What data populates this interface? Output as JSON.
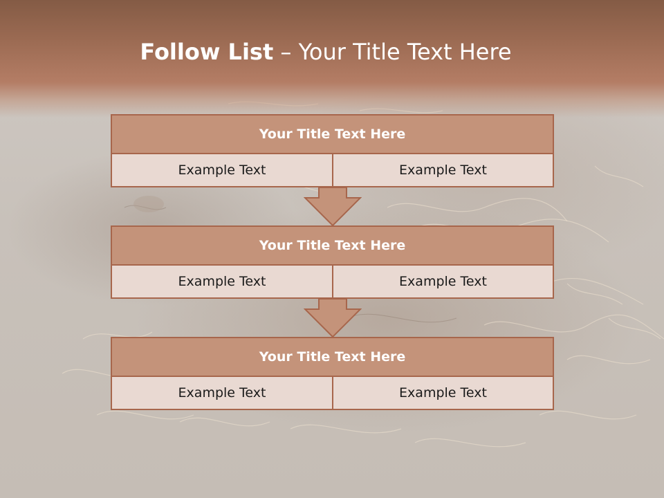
{
  "slide": {
    "title_bold": "Follow List",
    "title_rest": " – Your Title Text Here",
    "colors": {
      "header_band": "#9c6b53",
      "box_title_fill": "#c4937a",
      "box_cell_fill": "#e9d9d2",
      "box_border": "#a7664c",
      "arrow_fill": "#c4937a"
    }
  },
  "blocks": [
    {
      "title": "Your Title Text Here",
      "left": "Example Text",
      "right": "Example Text"
    },
    {
      "title": "Your Title Text Here",
      "left": "Example Text",
      "right": "Example Text"
    },
    {
      "title": "Your Title Text Here",
      "left": "Example Text",
      "right": "Example Text"
    }
  ],
  "connectors": [
    {
      "icon": "down-arrow-icon"
    },
    {
      "icon": "down-arrow-icon"
    }
  ]
}
